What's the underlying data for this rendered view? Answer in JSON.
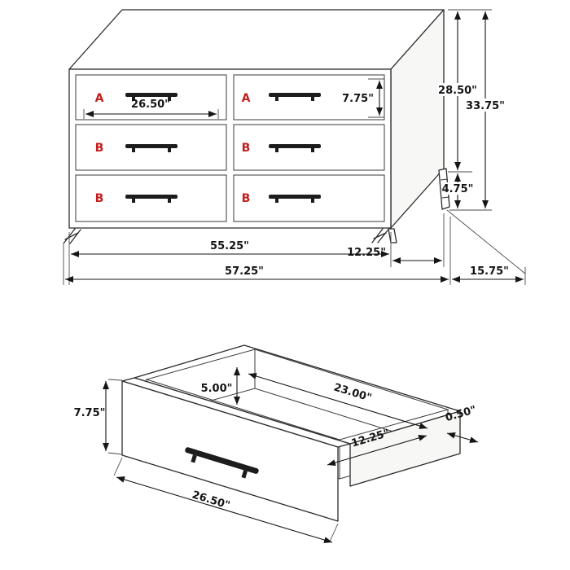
{
  "diagram": {
    "kind": "furniture-dimension-diagram",
    "colors": {
      "line": "#2b2b2b",
      "dimension_text": "#141414",
      "drawer_letter_red": "#c0201e",
      "background": "#ffffff"
    },
    "dresser": {
      "drawers": {
        "letters": [
          "A",
          "A",
          "B",
          "B",
          "B",
          "B"
        ]
      },
      "dims": {
        "drawer_width": "26.50\"",
        "drawer_height": "7.75\"",
        "body_height": "28.50\"",
        "overall_height": "33.75\"",
        "leg_height": "4.75\"",
        "body_width": "55.25\"",
        "leg_depth": "12.25\"",
        "overall_width": "57.25\"",
        "overall_depth": "15.75\""
      }
    },
    "drawer_detail": {
      "dims": {
        "front_height": "7.75\"",
        "inner_height": "5.00\"",
        "inner_width": "23.00\"",
        "inner_depth": "12.25\"",
        "panel_thickness": "0.50\"",
        "front_width": "26.50\""
      }
    }
  }
}
